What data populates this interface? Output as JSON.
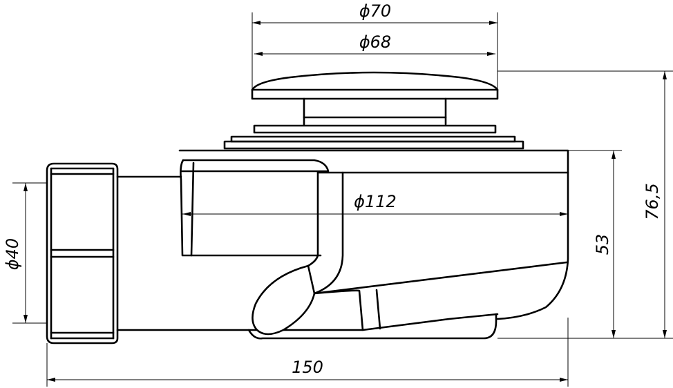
{
  "title": "Shower drain trap dimension drawing",
  "colors": {
    "line": "#000000",
    "background": "#ffffff"
  },
  "dimensions": {
    "cap_outer_diameter": "ϕ70",
    "cap_inner_diameter": "ϕ68",
    "body_diameter": "ϕ112",
    "outlet_diameter": "ϕ40",
    "body_height": "53",
    "total_height": "76,5",
    "total_length": "150"
  }
}
